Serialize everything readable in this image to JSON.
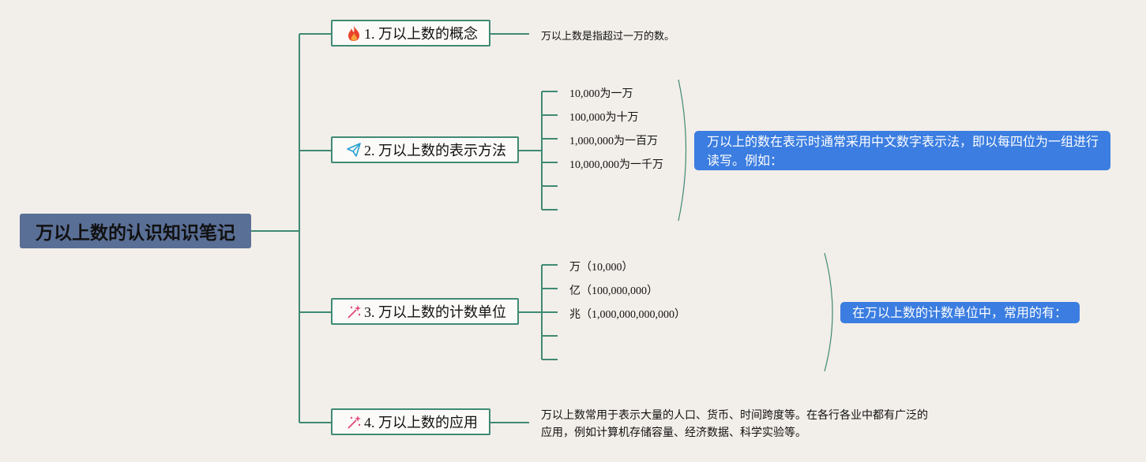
{
  "root": {
    "title": "万以上数的认识知识笔记"
  },
  "branches": [
    {
      "label": "1. 万以上数的概念",
      "icon": "fire-icon",
      "note": "万以上数是指超过一万的数。"
    },
    {
      "label": "2. 万以上数的表示方法",
      "icon": "paper-plane-icon",
      "items": [
        "10,000为一万",
        "100,000为十万",
        "1,000,000为一百万",
        "10,000,000为一千万"
      ],
      "callout": "万以上的数在表示时通常采用中文数字表示法，即以每四位为一组进行读写。例如："
    },
    {
      "label": "3. 万以上数的计数单位",
      "icon": "magic-wand-icon",
      "items": [
        "万（10,000）",
        "亿（100,000,000）",
        "兆（1,000,000,000,000）"
      ],
      "callout": "在万以上数的计数单位中，常用的有："
    },
    {
      "label": "4. 万以上数的应用",
      "icon": "magic-wand-icon",
      "note_lines": [
        "万以上数常用于表示大量的人口、货币、时间跨度等。在各行各业中都有广泛的",
        "应用，例如计算机存储容量、经济数据、科学实验等。"
      ]
    }
  ],
  "colors": {
    "connector": "#3f8a74",
    "root_fill": "#5a6f96",
    "callout_fill": "#3b7de0",
    "background": "#f2eee9"
  }
}
